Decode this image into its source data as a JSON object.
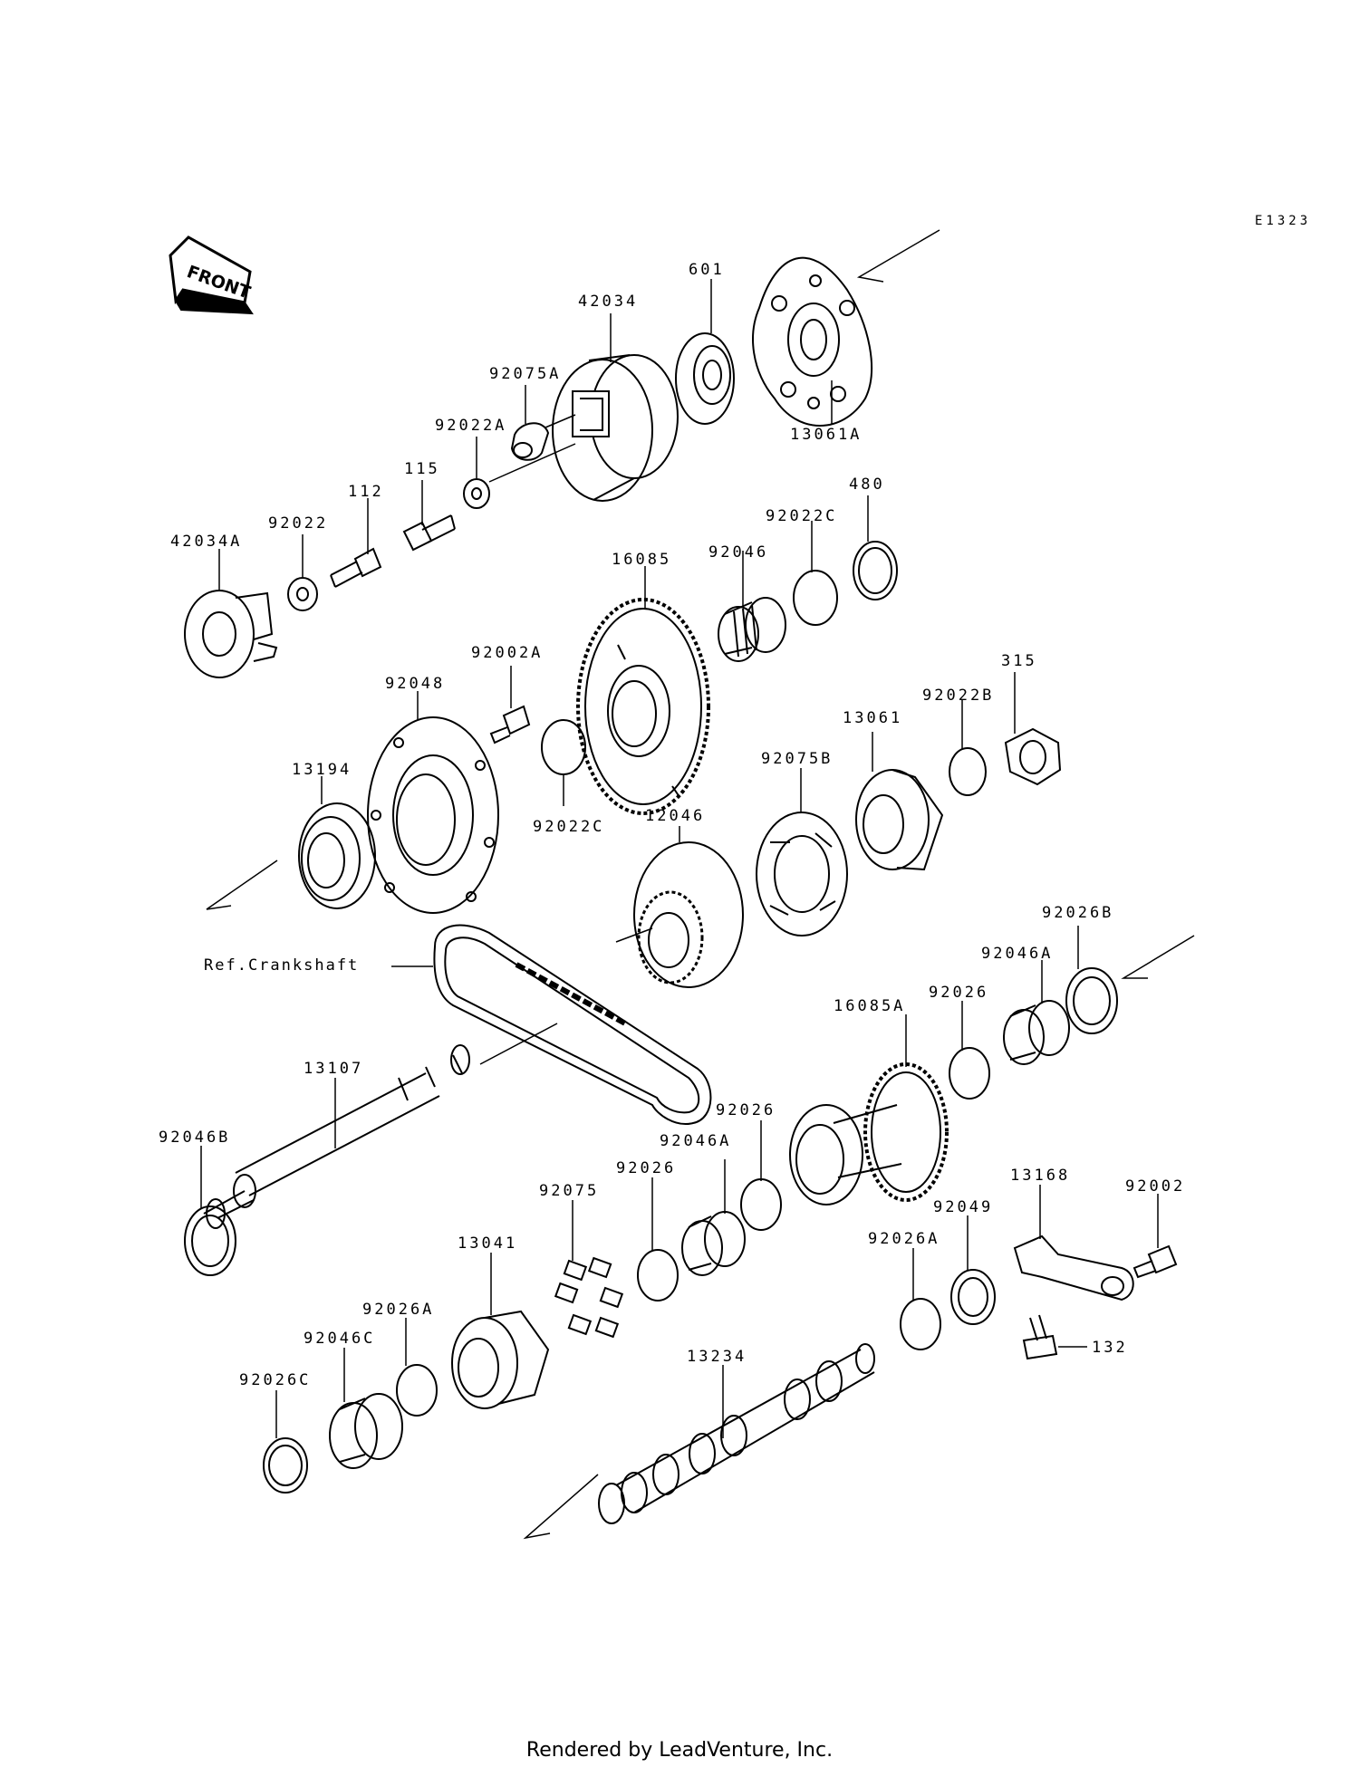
{
  "diagram_code": "E1323",
  "front_label": "FRONT",
  "footer": "Rendered by LeadVenture, Inc.",
  "parts": [
    {
      "id": "p42034",
      "label": "42034"
    },
    {
      "id": "p601",
      "label": "601"
    },
    {
      "id": "p13061A",
      "label": "13061A"
    },
    {
      "id": "p92075A",
      "label": "92075A"
    },
    {
      "id": "p92022A",
      "label": "92022A"
    },
    {
      "id": "p115",
      "label": "115"
    },
    {
      "id": "p112",
      "label": "112"
    },
    {
      "id": "p92022",
      "label": "92022"
    },
    {
      "id": "p42034A",
      "label": "42034A"
    },
    {
      "id": "p480",
      "label": "480"
    },
    {
      "id": "p92022C_top",
      "label": "92022C"
    },
    {
      "id": "p92046_top",
      "label": "92046"
    },
    {
      "id": "p16085",
      "label": "16085"
    },
    {
      "id": "p92002A",
      "label": "92002A"
    },
    {
      "id": "p92048",
      "label": "92048"
    },
    {
      "id": "p13194",
      "label": "13194"
    },
    {
      "id": "p92022C_mid",
      "label": "92022C"
    },
    {
      "id": "p315",
      "label": "315"
    },
    {
      "id": "p92022B",
      "label": "92022B"
    },
    {
      "id": "p13061",
      "label": "13061"
    },
    {
      "id": "p92075B",
      "label": "92075B"
    },
    {
      "id": "p12046",
      "label": "12046"
    },
    {
      "id": "pRefCrank",
      "label": "Ref.Crankshaft"
    },
    {
      "id": "p92026B",
      "label": "92026B"
    },
    {
      "id": "p92046A_r",
      "label": "92046A"
    },
    {
      "id": "p92026_r",
      "label": "92026"
    },
    {
      "id": "p16085A",
      "label": "16085A"
    },
    {
      "id": "p13107",
      "label": "13107"
    },
    {
      "id": "p92046B",
      "label": "92046B"
    },
    {
      "id": "p92026_mid",
      "label": "92026"
    },
    {
      "id": "p92046A_mid",
      "label": "92046A"
    },
    {
      "id": "p92026_low",
      "label": "92026"
    },
    {
      "id": "p92075",
      "label": "92075"
    },
    {
      "id": "p13168",
      "label": "13168"
    },
    {
      "id": "p92002",
      "label": "92002"
    },
    {
      "id": "p92049",
      "label": "92049"
    },
    {
      "id": "p92026A_r",
      "label": "92026A"
    },
    {
      "id": "p132",
      "label": "132"
    },
    {
      "id": "p13041",
      "label": "13041"
    },
    {
      "id": "p92026A_l",
      "label": "92026A"
    },
    {
      "id": "p92046C",
      "label": "92046C"
    },
    {
      "id": "p92026C",
      "label": "92026C"
    },
    {
      "id": "p13234",
      "label": "13234"
    }
  ]
}
